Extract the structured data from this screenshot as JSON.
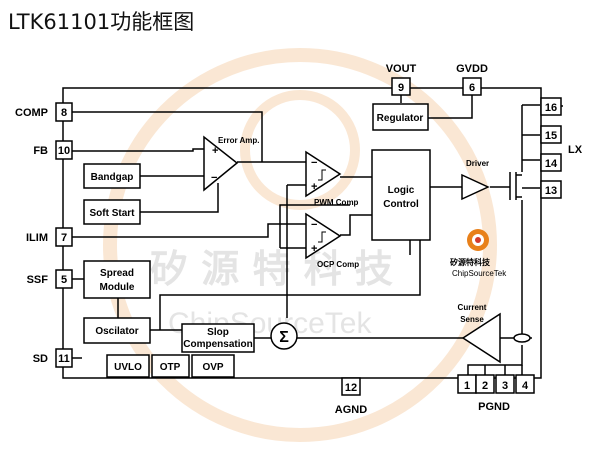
{
  "title": "LTK61101功能框图",
  "pins": [
    {
      "num": "8",
      "label": "COMP"
    },
    {
      "num": "10",
      "label": "FB"
    },
    {
      "num": "7",
      "label": "ILIM"
    },
    {
      "num": "5",
      "label": "SSF"
    },
    {
      "num": "11",
      "label": "SD"
    },
    {
      "num": "9",
      "label": "VOUT"
    },
    {
      "num": "6",
      "label": "GVDD"
    },
    {
      "num": "12",
      "label": "AGND"
    },
    {
      "num": "16",
      "label": ""
    },
    {
      "num": "15",
      "label": ""
    },
    {
      "num": "14",
      "label": ""
    },
    {
      "num": "13",
      "label": ""
    },
    {
      "num": "1",
      "label": ""
    },
    {
      "num": "2",
      "label": ""
    },
    {
      "num": "3",
      "label": ""
    },
    {
      "num": "4",
      "label": ""
    }
  ],
  "pin_group_labels": {
    "lx": "LX",
    "pgnd": "PGND"
  },
  "blocks": {
    "regulator": "Regulator",
    "bandgap": "Bandgap",
    "soft_start": "Soft Start",
    "spread_module_1": "Spread",
    "spread_module_2": "Module",
    "oscilator": "Oscilator",
    "slop_comp_1": "Slop",
    "slop_comp_2": "Compensation",
    "logic_control_1": "Logic",
    "logic_control_2": "Control",
    "uvlo": "UVLO",
    "otp": "OTP",
    "ovp": "OVP",
    "sum_symbol": "Σ"
  },
  "labels": {
    "error_amp": "Error Amp.",
    "pwm_comp": "PWM Comp",
    "ocp_comp": "OCP Comp",
    "driver": "Driver",
    "current_sense_1": "Current",
    "current_sense_2": "Sense",
    "plus": "+",
    "minus": "−"
  },
  "watermark": {
    "chinese": "矽 源 特 科 技",
    "english": "ChipSourceTek",
    "logo_chinese": "矽源特科技",
    "logo_english": "ChipSourceTek"
  },
  "colors": {
    "watermark_ring": "#f3c9a0",
    "logo_orange": "#e8801a",
    "logo_red": "#d33a2c"
  }
}
